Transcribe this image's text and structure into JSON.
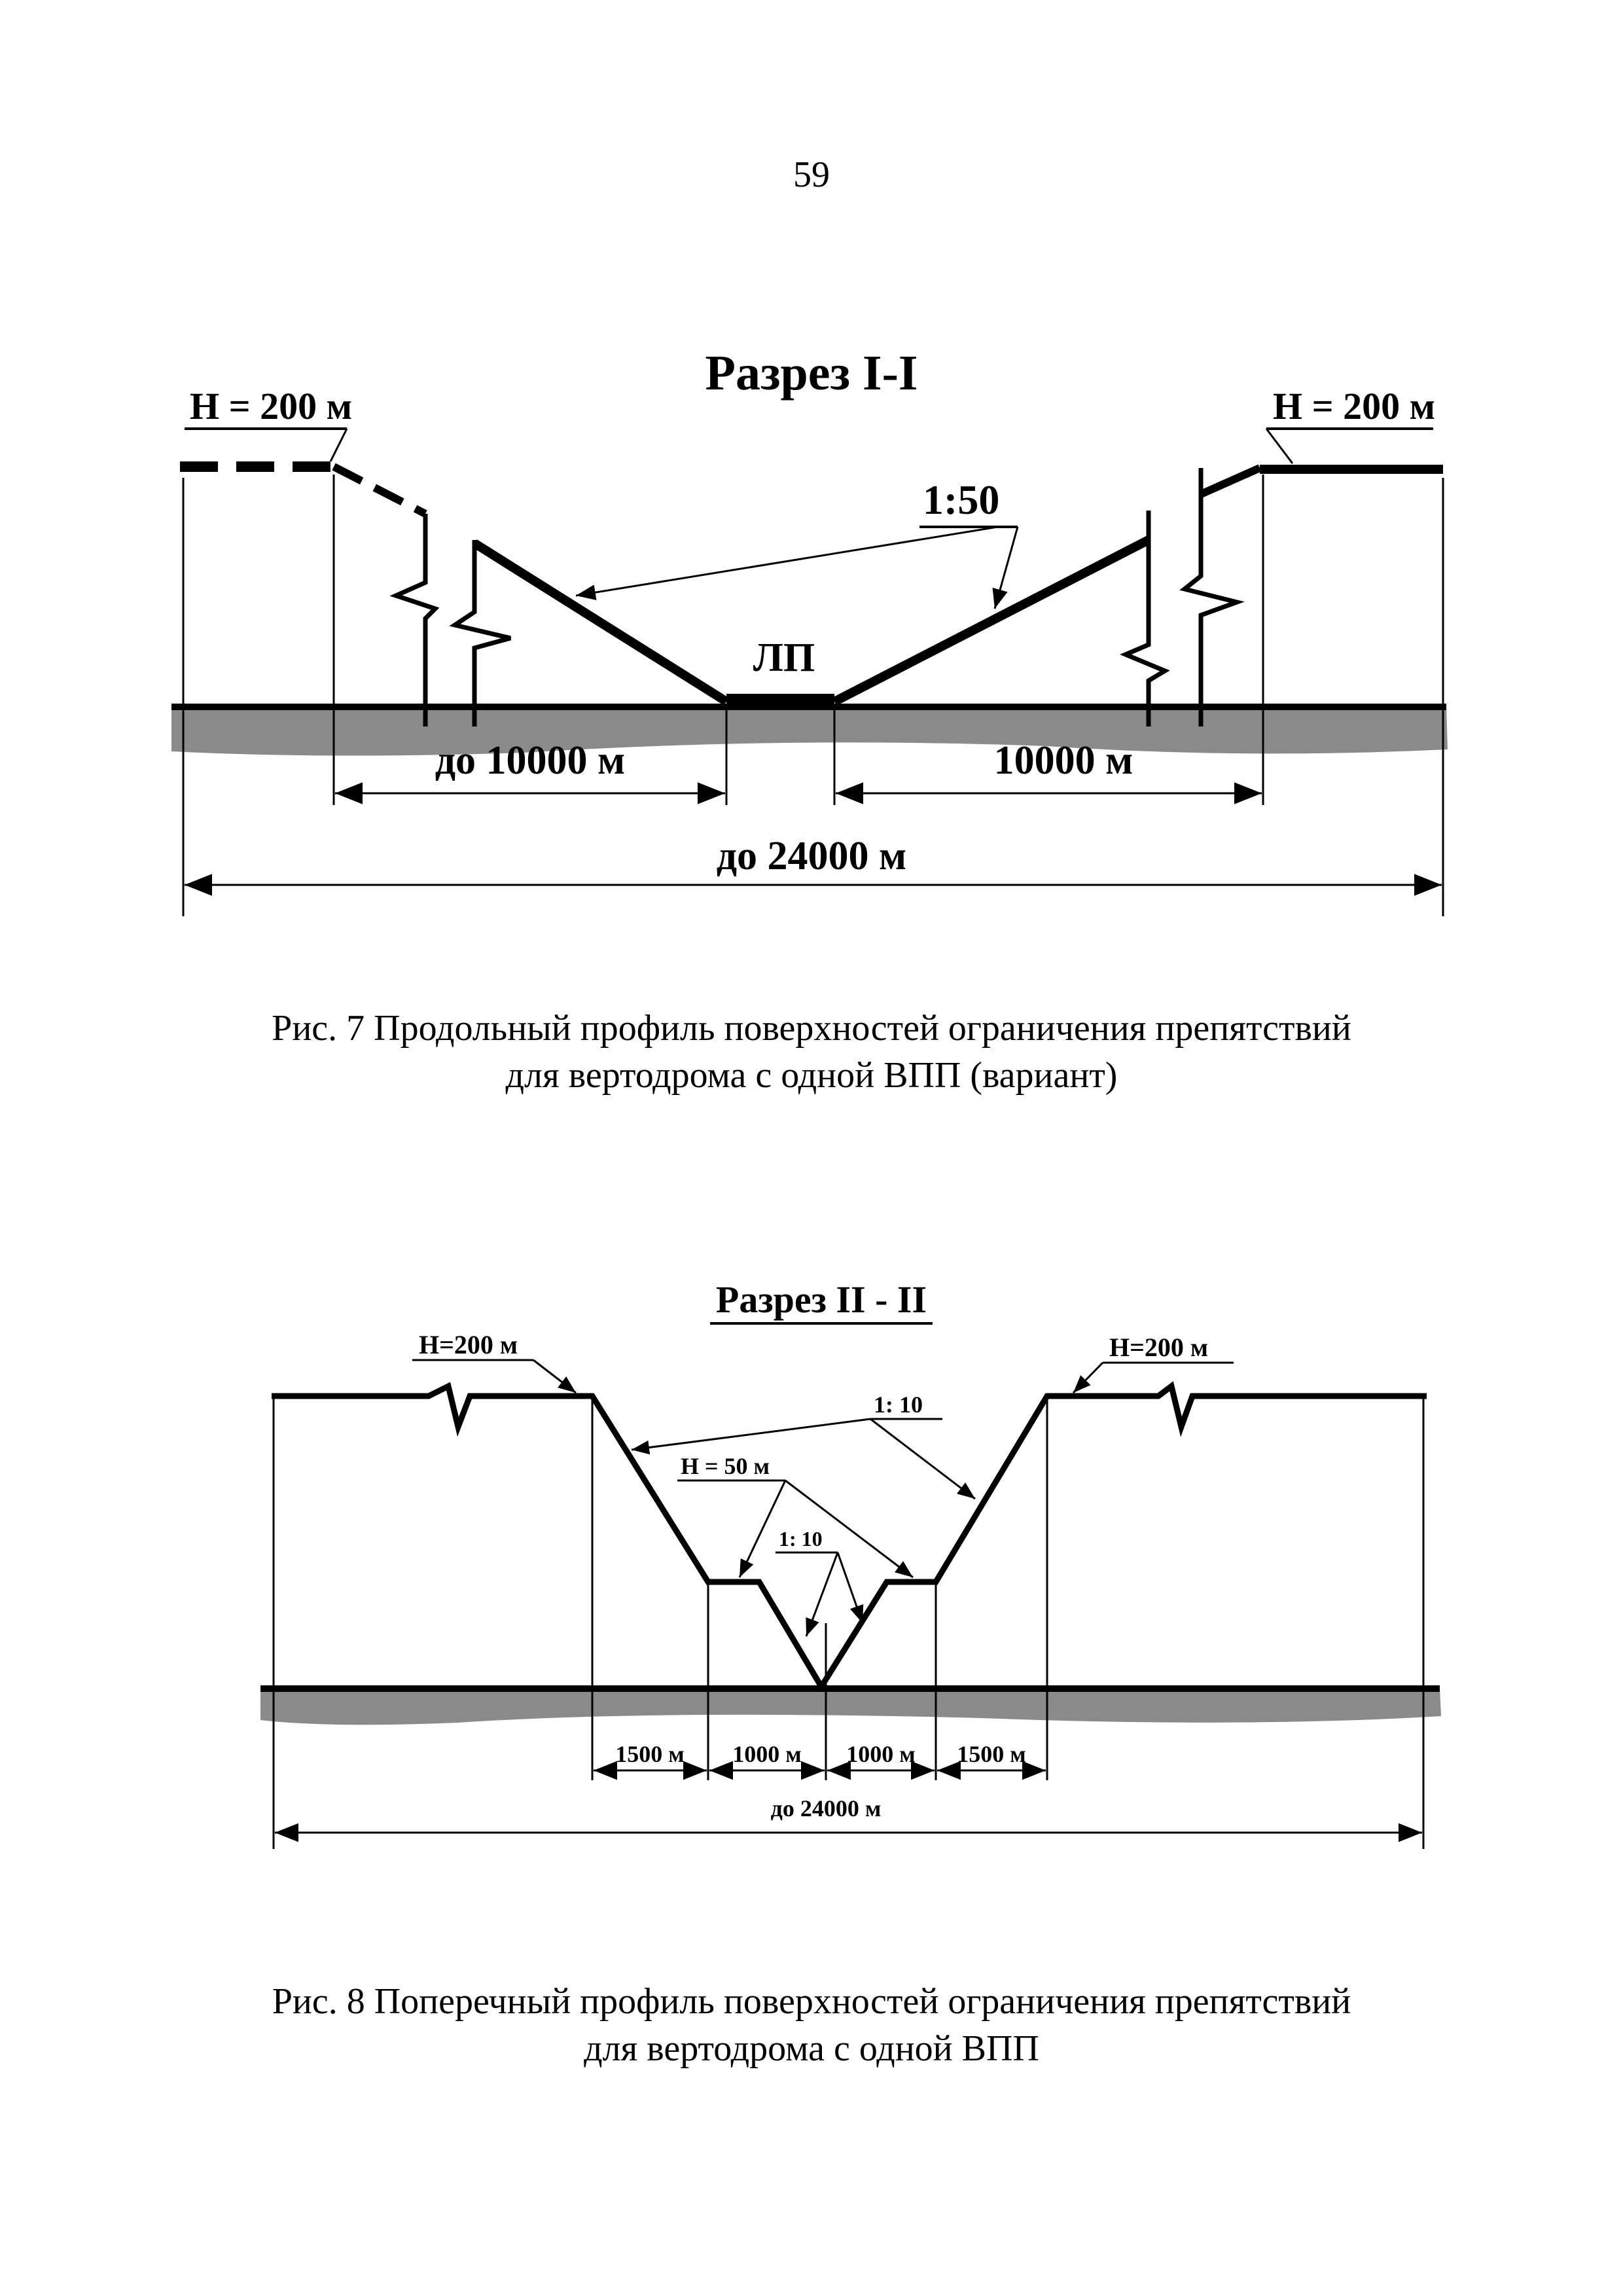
{
  "page_number": "59",
  "figure1": {
    "title": "Разрез I-I",
    "height_left": "Н = 200 м",
    "height_right": "Н = 200 м",
    "slope": "1:50",
    "strip": "ЛП",
    "dim_left": "до 10000 м",
    "dim_right": "10000 м",
    "dim_total": "до 24000 м",
    "caption_line1": "Рис. 7 Продольный профиль поверхностей ограничения препятствий",
    "caption_line2": "для вертодрома с одной ВПП (вариант)"
  },
  "figure2": {
    "title": "Разрез II - II",
    "height_left": "Н=200 м",
    "height_right": "Н=200 м",
    "slope_outer": "1: 10",
    "height_inner": "Н = 50 м",
    "slope_inner": "1: 10",
    "dim_1": "1500 м",
    "dim_2": "1000 м",
    "dim_3": "1000 м",
    "dim_4": "1500 м",
    "dim_total": "до 24000 м",
    "caption_line1": "Рис. 8 Поперечный профиль поверхностей ограничения препятствий",
    "caption_line2": "для вертодрома с одной ВПП"
  },
  "colors": {
    "ground": "#8a8a8a",
    "line": "#000000"
  }
}
